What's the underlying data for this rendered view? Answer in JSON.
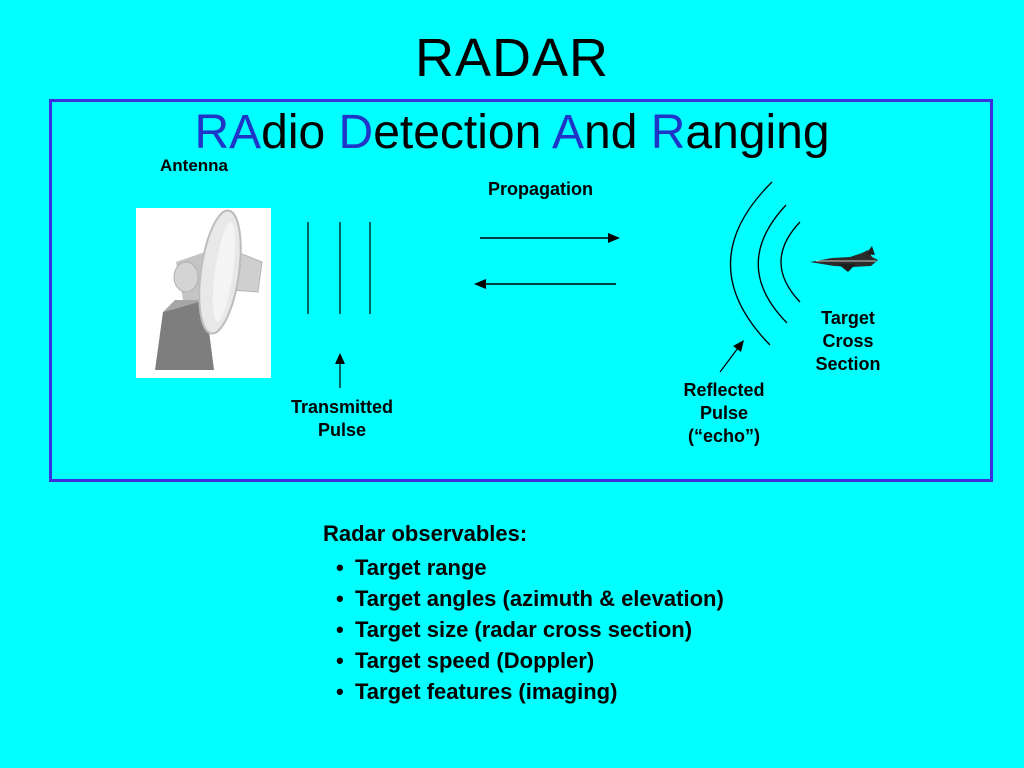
{
  "title": "RADAR",
  "acronym": [
    {
      "text": "RA",
      "cap": true
    },
    {
      "text": "dio ",
      "cap": false
    },
    {
      "text": "D",
      "cap": true
    },
    {
      "text": "etection ",
      "cap": false
    },
    {
      "text": "A",
      "cap": true
    },
    {
      "text": "nd ",
      "cap": false
    },
    {
      "text": "R",
      "cap": true
    },
    {
      "text": "anging",
      "cap": false
    }
  ],
  "labels": {
    "antenna": "Antenna",
    "propagation": "Propagation",
    "transmitted_pulse": [
      "Transmitted",
      "Pulse"
    ],
    "reflected_pulse": [
      "Reflected",
      "Pulse",
      "(“echo”)"
    ],
    "target_cross_section": [
      "Target",
      "Cross",
      "Section"
    ]
  },
  "observables": {
    "heading": "Radar observables:",
    "items": [
      "Target range",
      "Target angles (azimuth & elevation)",
      "Target size (radar cross section)",
      "Target speed (Doppler)",
      "Target features (imaging)"
    ]
  },
  "colors": {
    "background": "#00ffff",
    "frame_border": "#3b2fe0",
    "acronym_caps": "#1e35c8",
    "text": "#000000"
  }
}
